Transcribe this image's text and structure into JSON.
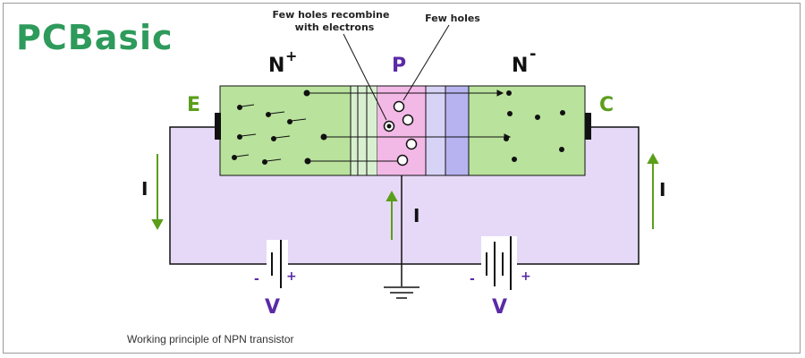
{
  "logo": "PCBasic",
  "caption": "Working principle of NPN transistor",
  "annotations": {
    "recombine_line1": "Few holes recombine",
    "recombine_line2": "with electrons",
    "few_holes": "Few holes"
  },
  "regions": {
    "n_plus": "N",
    "n_plus_sup": "+",
    "p": "P",
    "n_minus": "N",
    "n_minus_sup": "-"
  },
  "terminals": {
    "emitter": "E",
    "collector": "C"
  },
  "currents": {
    "left": "I",
    "base": "I",
    "right": "I"
  },
  "batteries": {
    "left": {
      "minus": "-",
      "plus": "+",
      "label": "V"
    },
    "right": {
      "minus": "-",
      "plus": "+",
      "label": "V"
    }
  },
  "colors": {
    "n_region": "#b9e29c",
    "p_region": "#f2b8e6",
    "circuit_fill": "#e6d9f7",
    "label_green": "#5a9e1a",
    "label_purple": "#5b2aa6",
    "logo": "#2e9a5b",
    "depletion_blue": "#b6b3f0"
  }
}
